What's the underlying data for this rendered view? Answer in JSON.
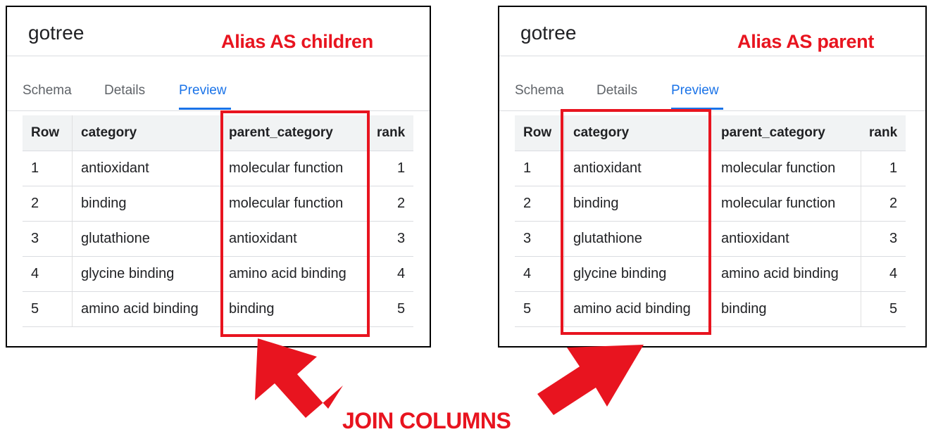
{
  "panels": [
    {
      "title": "gotree",
      "alias_label": "Alias AS children",
      "tabs": [
        "Schema",
        "Details",
        "Preview"
      ],
      "active_tab": "Preview",
      "columns": [
        "Row",
        "category",
        "parent_category",
        "rank"
      ],
      "rows": [
        [
          "1",
          "antioxidant",
          "molecular function",
          "1"
        ],
        [
          "2",
          "binding",
          "molecular function",
          "2"
        ],
        [
          "3",
          "glutathione",
          "antioxidant",
          "3"
        ],
        [
          "4",
          "glycine binding",
          "amino acid binding",
          "4"
        ],
        [
          "5",
          "amino acid binding",
          "binding",
          "5"
        ]
      ],
      "highlighted_column": "parent_category"
    },
    {
      "title": "gotree",
      "alias_label": "Alias AS parent",
      "tabs": [
        "Schema",
        "Details",
        "Preview"
      ],
      "active_tab": "Preview",
      "columns": [
        "Row",
        "category",
        "parent_category",
        "rank"
      ],
      "rows": [
        [
          "1",
          "antioxidant",
          "molecular function",
          "1"
        ],
        [
          "2",
          "binding",
          "molecular function",
          "2"
        ],
        [
          "3",
          "glutathione",
          "antioxidant",
          "3"
        ],
        [
          "4",
          "glycine binding",
          "amino acid binding",
          "4"
        ],
        [
          "5",
          "amino acid binding",
          "binding",
          "5"
        ]
      ],
      "highlighted_column": "category"
    }
  ],
  "annotation": {
    "label": "JOIN COLUMNS"
  },
  "colors": {
    "accent_red": "#e8141f",
    "tab_active": "#1a73e8",
    "header_bg": "#f1f3f4"
  }
}
